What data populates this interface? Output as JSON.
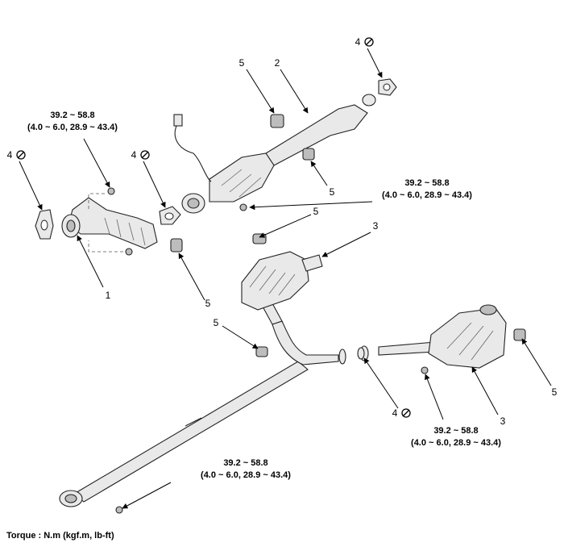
{
  "torque_note": "Torque : N.m (kgf.m, lb-ft)",
  "torque_spec": {
    "value_range": "39.2 ~ 58.8",
    "converted": "(4.0 ~ 6.0, 28.9 ~ 43.4)"
  },
  "callouts": {
    "front_pipe": "1",
    "catalytic_converter": "2",
    "muffler": "3",
    "gasket": "4",
    "rubber_hanger": "5"
  },
  "icons": {
    "non_reusable": "prohibited-circle-icon"
  }
}
